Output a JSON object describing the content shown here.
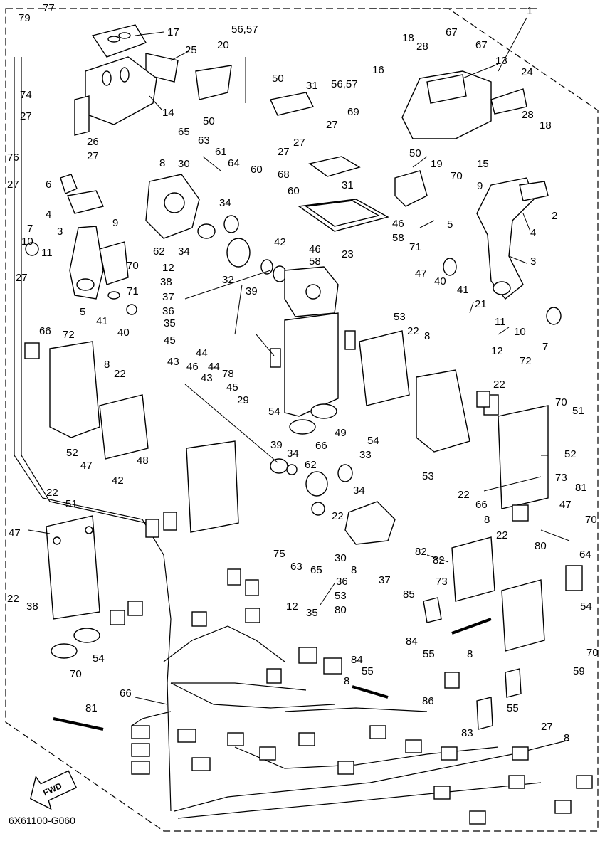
{
  "diagram": {
    "drawing_code": "6X61100-G060",
    "fwd_label": "FWD",
    "callouts": [
      {
        "id": "c79",
        "text": "79"
      },
      {
        "id": "c77",
        "text": "77"
      },
      {
        "id": "c17",
        "text": "17"
      },
      {
        "id": "c25",
        "text": "25"
      },
      {
        "id": "c14",
        "text": "14"
      },
      {
        "id": "c74",
        "text": "74"
      },
      {
        "id": "c27a",
        "text": "27"
      },
      {
        "id": "c26",
        "text": "26"
      },
      {
        "id": "c27b",
        "text": "27"
      },
      {
        "id": "c76",
        "text": "76"
      },
      {
        "id": "c27c",
        "text": "27"
      },
      {
        "id": "c6",
        "text": "6"
      },
      {
        "id": "c4a",
        "text": "4"
      },
      {
        "id": "c7a",
        "text": "7"
      },
      {
        "id": "c10a",
        "text": "10"
      },
      {
        "id": "c3a",
        "text": "3"
      },
      {
        "id": "c9a",
        "text": "9"
      },
      {
        "id": "c11a",
        "text": "11"
      },
      {
        "id": "c70a",
        "text": "70"
      },
      {
        "id": "c27d",
        "text": "27"
      },
      {
        "id": "c5a",
        "text": "5"
      },
      {
        "id": "c41a",
        "text": "41"
      },
      {
        "id": "c71a",
        "text": "71"
      },
      {
        "id": "c40a",
        "text": "40"
      },
      {
        "id": "c20",
        "text": "20"
      },
      {
        "id": "c5657a",
        "text": "56,57"
      },
      {
        "id": "c65",
        "text": "65"
      },
      {
        "id": "c63a",
        "text": "63"
      },
      {
        "id": "c61",
        "text": "61"
      },
      {
        "id": "c50a",
        "text": "50"
      },
      {
        "id": "c31a",
        "text": "31"
      },
      {
        "id": "c50b",
        "text": "50"
      },
      {
        "id": "c27e",
        "text": "27"
      },
      {
        "id": "c27f",
        "text": "27"
      },
      {
        "id": "c8a",
        "text": "8"
      },
      {
        "id": "c30a",
        "text": "30"
      },
      {
        "id": "c64a",
        "text": "64"
      },
      {
        "id": "c60a",
        "text": "60"
      },
      {
        "id": "c68",
        "text": "68"
      },
      {
        "id": "c34a",
        "text": "34"
      },
      {
        "id": "c62a",
        "text": "62"
      },
      {
        "id": "c34b",
        "text": "34"
      },
      {
        "id": "c12a",
        "text": "12"
      },
      {
        "id": "c32",
        "text": "32"
      },
      {
        "id": "c38a",
        "text": "38"
      },
      {
        "id": "c37a",
        "text": "37"
      },
      {
        "id": "c36a",
        "text": "36"
      },
      {
        "id": "c35a",
        "text": "35"
      },
      {
        "id": "c45a",
        "text": "45"
      },
      {
        "id": "c39a",
        "text": "39"
      },
      {
        "id": "c42a",
        "text": "42"
      },
      {
        "id": "c46a",
        "text": "46"
      },
      {
        "id": "c58a",
        "text": "58"
      },
      {
        "id": "c23",
        "text": "23"
      },
      {
        "id": "c60b",
        "text": "60"
      },
      {
        "id": "c31b",
        "text": "31"
      },
      {
        "id": "c18a",
        "text": "18"
      },
      {
        "id": "c28a",
        "text": "28"
      },
      {
        "id": "c67a",
        "text": "67"
      },
      {
        "id": "c67b",
        "text": "67"
      },
      {
        "id": "c1",
        "text": "1"
      },
      {
        "id": "c13",
        "text": "13"
      },
      {
        "id": "c16",
        "text": "16"
      },
      {
        "id": "c5657b",
        "text": "56,57"
      },
      {
        "id": "c69",
        "text": "69"
      },
      {
        "id": "c24",
        "text": "24"
      },
      {
        "id": "c28b",
        "text": "28"
      },
      {
        "id": "c18b",
        "text": "18"
      },
      {
        "id": "c27g",
        "text": "27"
      },
      {
        "id": "c50c",
        "text": "50"
      },
      {
        "id": "c15",
        "text": "15"
      },
      {
        "id": "c19",
        "text": "19"
      },
      {
        "id": "c70b",
        "text": "70"
      },
      {
        "id": "c9b",
        "text": "9"
      },
      {
        "id": "c2",
        "text": "2"
      },
      {
        "id": "c46b",
        "text": "46"
      },
      {
        "id": "c58b",
        "text": "58"
      },
      {
        "id": "c5b",
        "text": "5"
      },
      {
        "id": "c4b",
        "text": "4"
      },
      {
        "id": "c71b",
        "text": "71"
      },
      {
        "id": "c3b",
        "text": "3"
      },
      {
        "id": "c40b",
        "text": "40"
      },
      {
        "id": "c41b",
        "text": "41"
      },
      {
        "id": "c47a",
        "text": "47"
      },
      {
        "id": "c21",
        "text": "21"
      },
      {
        "id": "c11b",
        "text": "11"
      },
      {
        "id": "c10b",
        "text": "10"
      },
      {
        "id": "c12b",
        "text": "12"
      },
      {
        "id": "c7b",
        "text": "7"
      },
      {
        "id": "c53a",
        "text": "53"
      },
      {
        "id": "c22a",
        "text": "22"
      },
      {
        "id": "c8b",
        "text": "8"
      },
      {
        "id": "c72a",
        "text": "72"
      },
      {
        "id": "c66a",
        "text": "66"
      },
      {
        "id": "c72b",
        "text": "72"
      },
      {
        "id": "c8c",
        "text": "8"
      },
      {
        "id": "c22b",
        "text": "22"
      },
      {
        "id": "c44a",
        "text": "44"
      },
      {
        "id": "c43a",
        "text": "43"
      },
      {
        "id": "c46c",
        "text": "46"
      },
      {
        "id": "c44b",
        "text": "44"
      },
      {
        "id": "c43b",
        "text": "43"
      },
      {
        "id": "c78",
        "text": "78"
      },
      {
        "id": "c45b",
        "text": "45"
      },
      {
        "id": "c29",
        "text": "29"
      },
      {
        "id": "c54a",
        "text": "54"
      },
      {
        "id": "c49",
        "text": "49"
      },
      {
        "id": "c54b",
        "text": "54"
      },
      {
        "id": "c66b",
        "text": "66"
      },
      {
        "id": "c22c",
        "text": "22"
      },
      {
        "id": "c70c",
        "text": "70"
      },
      {
        "id": "c51a",
        "text": "51"
      },
      {
        "id": "c52a",
        "text": "52"
      },
      {
        "id": "c52b",
        "text": "52"
      },
      {
        "id": "c53b",
        "text": "53"
      },
      {
        "id": "c47b",
        "text": "47"
      },
      {
        "id": "c48",
        "text": "48"
      },
      {
        "id": "c42b",
        "text": "42"
      },
      {
        "id": "c39b",
        "text": "39"
      },
      {
        "id": "c34c",
        "text": "34"
      },
      {
        "id": "c33",
        "text": "33"
      },
      {
        "id": "c62b",
        "text": "62"
      },
      {
        "id": "c34d",
        "text": "34"
      },
      {
        "id": "c22d",
        "text": "22"
      },
      {
        "id": "c73a",
        "text": "73"
      },
      {
        "id": "c81a",
        "text": "81"
      },
      {
        "id": "c47c",
        "text": "47"
      },
      {
        "id": "c22e",
        "text": "22"
      },
      {
        "id": "c66c",
        "text": "66"
      },
      {
        "id": "c8d",
        "text": "8"
      },
      {
        "id": "c70d",
        "text": "70"
      },
      {
        "id": "c22f",
        "text": "22"
      },
      {
        "id": "c51b",
        "text": "51"
      },
      {
        "id": "c47d",
        "text": "47"
      },
      {
        "id": "c82a",
        "text": "82"
      },
      {
        "id": "c22g",
        "text": "22"
      },
      {
        "id": "c82b",
        "text": "82"
      },
      {
        "id": "c80a",
        "text": "80"
      },
      {
        "id": "c64b",
        "text": "64"
      },
      {
        "id": "c75",
        "text": "75"
      },
      {
        "id": "c63b",
        "text": "63"
      },
      {
        "id": "c65b",
        "text": "65"
      },
      {
        "id": "c30b",
        "text": "30"
      },
      {
        "id": "c8e",
        "text": "8"
      },
      {
        "id": "c37b",
        "text": "37"
      },
      {
        "id": "c36b",
        "text": "36"
      },
      {
        "id": "c53c",
        "text": "53"
      },
      {
        "id": "c73b",
        "text": "73"
      },
      {
        "id": "c22h",
        "text": "22"
      },
      {
        "id": "c38b",
        "text": "38"
      },
      {
        "id": "c12c",
        "text": "12"
      },
      {
        "id": "c35b",
        "text": "35"
      },
      {
        "id": "c80b",
        "text": "80"
      },
      {
        "id": "c85",
        "text": "85"
      },
      {
        "id": "c54c",
        "text": "54"
      },
      {
        "id": "c54d",
        "text": "54"
      },
      {
        "id": "c70e",
        "text": "70"
      },
      {
        "id": "c84a",
        "text": "84"
      },
      {
        "id": "c55a",
        "text": "55"
      },
      {
        "id": "c8f",
        "text": "8"
      },
      {
        "id": "c70f",
        "text": "70"
      },
      {
        "id": "c84b",
        "text": "84"
      },
      {
        "id": "c55b",
        "text": "55"
      },
      {
        "id": "c8g",
        "text": "8"
      },
      {
        "id": "c59",
        "text": "59"
      },
      {
        "id": "c66d",
        "text": "66"
      },
      {
        "id": "c86",
        "text": "86"
      },
      {
        "id": "c55c",
        "text": "55"
      },
      {
        "id": "c81b",
        "text": "81"
      },
      {
        "id": "c83",
        "text": "83"
      },
      {
        "id": "c27h",
        "text": "27"
      },
      {
        "id": "c8h",
        "text": "8"
      }
    ]
  }
}
